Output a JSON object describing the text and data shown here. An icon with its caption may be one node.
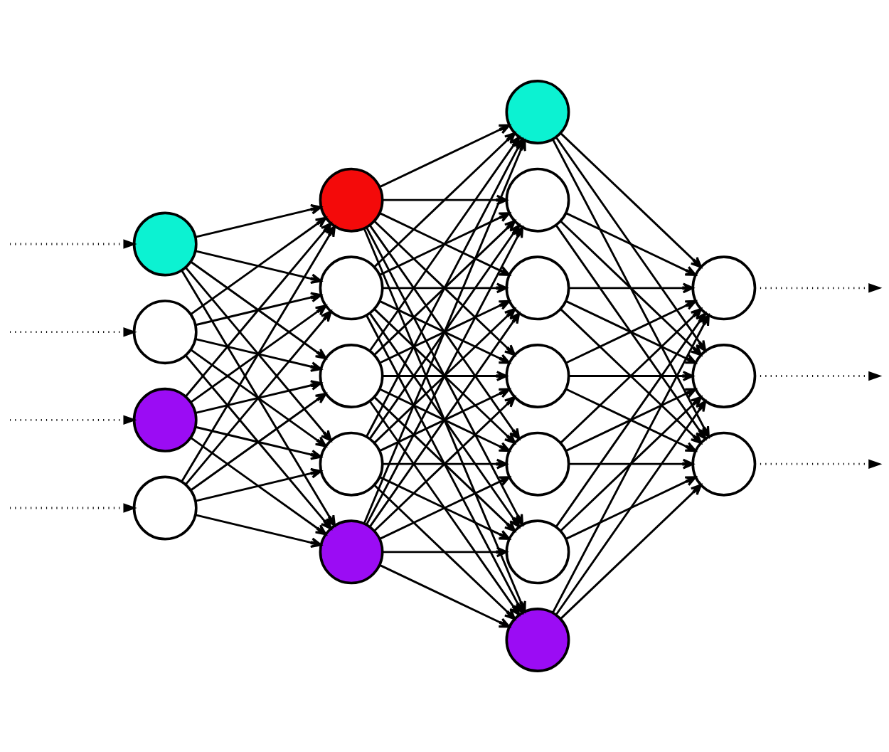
{
  "diagram": {
    "nodes": [
      {
        "text": [],
        "shape": "circle"
      },
      {
        "text": [],
        "shape": "circle"
      },
      {
        "text": [],
        "shape": "circle"
      },
      {
        "text": [],
        "shape": "circle"
      },
      {
        "text": [],
        "shape": "circle"
      },
      {
        "text": [],
        "shape": "circle"
      },
      {
        "text": [],
        "shape": "circle"
      },
      {
        "text": [],
        "shape": "circle"
      },
      {
        "text": [],
        "shape": "circle"
      },
      {
        "text": [],
        "shape": "circle"
      },
      {
        "text": [],
        "shape": "circle"
      },
      {
        "text": [],
        "shape": "circle"
      },
      {
        "text": [],
        "shape": "circle"
      },
      {
        "text": [],
        "shape": "circle"
      },
      {
        "text": [],
        "shape": "circle"
      },
      {
        "text": [],
        "shape": "circle"
      },
      {
        "text": [],
        "shape": "circle"
      },
      {
        "text": [],
        "shape": "circle"
      },
      {
        "text": [],
        "shape": "circle"
      }
    ],
    "edges": [
      {
        "from": null,
        "to": 0,
        "arrow": "to",
        "style": "dashed"
      },
      {
        "from": null,
        "to": 1,
        "arrow": "to",
        "style": "dashed"
      },
      {
        "from": null,
        "to": 2,
        "arrow": "to",
        "style": "dashed"
      },
      {
        "from": null,
        "to": 3,
        "arrow": "to",
        "style": "dashed"
      },
      {
        "from": 0,
        "to": 4,
        "arrow": "to"
      },
      {
        "from": 0,
        "to": 5,
        "arrow": "to"
      },
      {
        "from": 0,
        "to": 6,
        "arrow": "to"
      },
      {
        "from": 0,
        "to": 7,
        "arrow": "to"
      },
      {
        "from": 0,
        "to": 8,
        "arrow": "to"
      },
      {
        "from": 1,
        "to": 4,
        "arrow": "to"
      },
      {
        "from": 1,
        "to": 5,
        "arrow": "to"
      },
      {
        "from": 1,
        "to": 6,
        "arrow": "to"
      },
      {
        "from": 1,
        "to": 7,
        "arrow": "to"
      },
      {
        "from": 1,
        "to": 8,
        "arrow": "to"
      },
      {
        "from": 2,
        "to": 4,
        "arrow": "to"
      },
      {
        "from": 2,
        "to": 5,
        "arrow": "to"
      },
      {
        "from": 2,
        "to": 6,
        "arrow": "to"
      },
      {
        "from": 2,
        "to": 7,
        "arrow": "to"
      },
      {
        "from": 2,
        "to": 8,
        "arrow": "to"
      },
      {
        "from": 3,
        "to": 4,
        "arrow": "to"
      },
      {
        "from": 3,
        "to": 5,
        "arrow": "to"
      },
      {
        "from": 3,
        "to": 6,
        "arrow": "to"
      },
      {
        "from": 3,
        "to": 7,
        "arrow": "to"
      },
      {
        "from": 3,
        "to": 8,
        "arrow": "to"
      },
      {
        "from": 4,
        "to": 9,
        "arrow": "to"
      },
      {
        "from": 4,
        "to": 10,
        "arrow": "to"
      },
      {
        "from": 4,
        "to": 11,
        "arrow": "to"
      },
      {
        "from": 4,
        "to": 12,
        "arrow": "to"
      },
      {
        "from": 4,
        "to": 13,
        "arrow": "to"
      },
      {
        "from": 4,
        "to": 14,
        "arrow": "to"
      },
      {
        "from": 4,
        "to": 15,
        "arrow": "to"
      },
      {
        "from": 5,
        "to": 9,
        "arrow": "to"
      },
      {
        "from": 5,
        "to": 10,
        "arrow": "to"
      },
      {
        "from": 5,
        "to": 11,
        "arrow": "to"
      },
      {
        "from": 5,
        "to": 12,
        "arrow": "to"
      },
      {
        "from": 5,
        "to": 13,
        "arrow": "to"
      },
      {
        "from": 5,
        "to": 14,
        "arrow": "to"
      },
      {
        "from": 5,
        "to": 15,
        "arrow": "to"
      },
      {
        "from": 6,
        "to": 9,
        "arrow": "to"
      },
      {
        "from": 6,
        "to": 10,
        "arrow": "to"
      },
      {
        "from": 6,
        "to": 11,
        "arrow": "to"
      },
      {
        "from": 6,
        "to": 12,
        "arrow": "to"
      },
      {
        "from": 6,
        "to": 13,
        "arrow": "to"
      },
      {
        "from": 6,
        "to": 14,
        "arrow": "to"
      },
      {
        "from": 6,
        "to": 15,
        "arrow": "to"
      },
      {
        "from": 7,
        "to": 9,
        "arrow": "to"
      },
      {
        "from": 7,
        "to": 10,
        "arrow": "to"
      },
      {
        "from": 7,
        "to": 11,
        "arrow": "to"
      },
      {
        "from": 7,
        "to": 12,
        "arrow": "to"
      },
      {
        "from": 7,
        "to": 13,
        "arrow": "to"
      },
      {
        "from": 7,
        "to": 14,
        "arrow": "to"
      },
      {
        "from": 7,
        "to": 15,
        "arrow": "to"
      },
      {
        "from": 8,
        "to": 9,
        "arrow": "to"
      },
      {
        "from": 8,
        "to": 10,
        "arrow": "to"
      },
      {
        "from": 8,
        "to": 11,
        "arrow": "to"
      },
      {
        "from": 8,
        "to": 12,
        "arrow": "to"
      },
      {
        "from": 8,
        "to": 13,
        "arrow": "to"
      },
      {
        "from": 8,
        "to": 14,
        "arrow": "to"
      },
      {
        "from": 8,
        "to": 15,
        "arrow": "to"
      },
      {
        "from": 9,
        "to": 16,
        "arrow": "to"
      },
      {
        "from": 9,
        "to": 17,
        "arrow": "to"
      },
      {
        "from": 9,
        "to": 18,
        "arrow": "to"
      },
      {
        "from": 10,
        "to": 16,
        "arrow": "to"
      },
      {
        "from": 10,
        "to": 17,
        "arrow": "to"
      },
      {
        "from": 10,
        "to": 18,
        "arrow": "to"
      },
      {
        "from": 11,
        "to": 16,
        "arrow": "to"
      },
      {
        "from": 11,
        "to": 17,
        "arrow": "to"
      },
      {
        "from": 11,
        "to": 18,
        "arrow": "to"
      },
      {
        "from": 12,
        "to": 16,
        "arrow": "to"
      },
      {
        "from": 12,
        "to": 17,
        "arrow": "to"
      },
      {
        "from": 12,
        "to": 18,
        "arrow": "to"
      },
      {
        "from": 13,
        "to": 16,
        "arrow": "to"
      },
      {
        "from": 13,
        "to": 17,
        "arrow": "to"
      },
      {
        "from": 13,
        "to": 18,
        "arrow": "to"
      },
      {
        "from": 14,
        "to": 16,
        "arrow": "to"
      },
      {
        "from": 14,
        "to": 17,
        "arrow": "to"
      },
      {
        "from": 14,
        "to": 18,
        "arrow": "to"
      },
      {
        "from": 15,
        "to": 16,
        "arrow": "to"
      },
      {
        "from": 15,
        "to": 17,
        "arrow": "to"
      },
      {
        "from": 15,
        "to": 18,
        "arrow": "to"
      },
      {
        "from": 16,
        "to": null,
        "arrow": "to",
        "style": "dashed"
      },
      {
        "from": 17,
        "to": null,
        "arrow": "to",
        "style": "dashed"
      },
      {
        "from": 18,
        "to": null,
        "arrow": "to",
        "style": "dashed"
      }
    ]
  }
}
